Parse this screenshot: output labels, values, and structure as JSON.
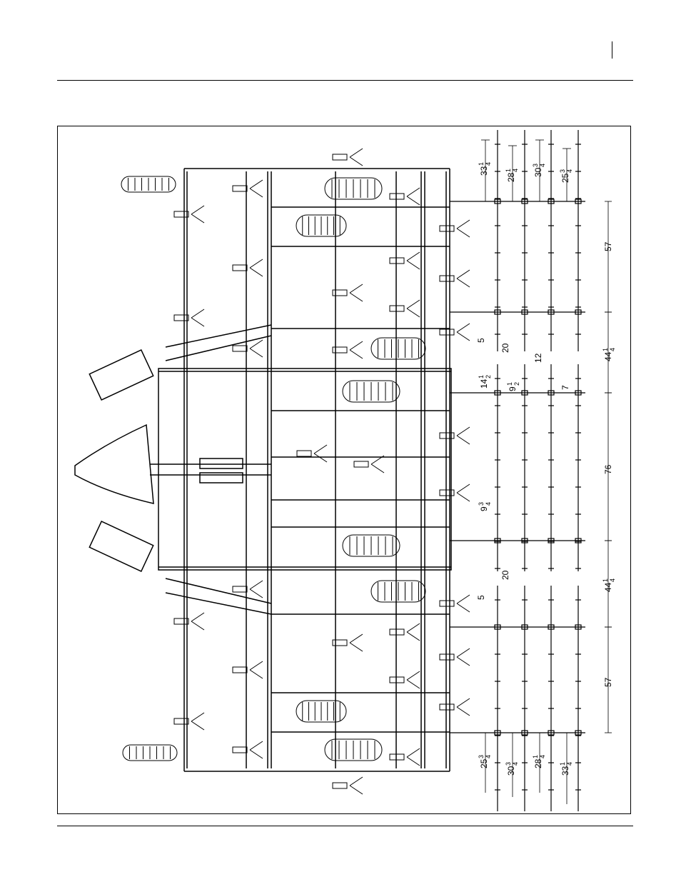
{
  "figure": {
    "dimensions": {
      "top_rows": [
        {
          "whole": "33",
          "num": "1",
          "den": "4"
        },
        {
          "whole": "28",
          "num": "1",
          "den": "4"
        },
        {
          "whole": "30",
          "num": "3",
          "den": "4"
        },
        {
          "whole": "25",
          "num": "3",
          "den": "4"
        }
      ],
      "bottom_rows": [
        {
          "whole": "25",
          "num": "3",
          "den": "4"
        },
        {
          "whole": "30",
          "num": "3",
          "den": "4"
        },
        {
          "whole": "28",
          "num": "1",
          "den": "4"
        },
        {
          "whole": "33",
          "num": "1",
          "den": "4"
        }
      ],
      "spans": {
        "upper_wing": "57",
        "upper_gap_whole": "44",
        "upper_gap_num": "1",
        "upper_gap_den": "4",
        "center": "76",
        "lower_gap_whole": "44",
        "lower_gap_num": "1",
        "lower_gap_den": "4",
        "lower_wing": "57"
      },
      "center_spacing": {
        "a_whole": "14",
        "a_num": "1",
        "a_den": "2",
        "b_whole": "9",
        "b_num": "1",
        "b_den": "2",
        "c": "12",
        "d": "7",
        "e_whole": "9",
        "e_num": "3",
        "e_den": "4"
      },
      "offsets": {
        "upper_5": "5",
        "upper_20": "20",
        "lower_20": "20",
        "lower_5": "5"
      }
    }
  }
}
